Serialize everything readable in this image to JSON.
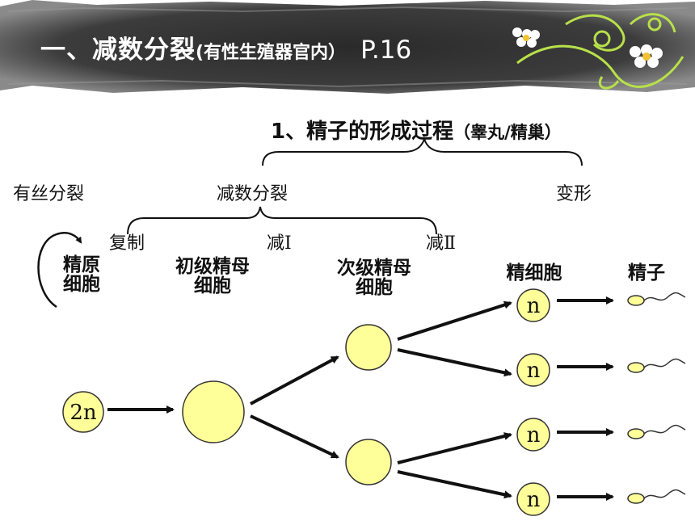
{
  "title": {
    "main": "一、减数分裂",
    "sub": "(有性生殖器官内）",
    "page": "P.16"
  },
  "heading": {
    "main": "1、精子的形成过程",
    "sub": "（睾丸/精巢）"
  },
  "processes": {
    "mitosis": "有丝分裂",
    "meiosis": "减数分裂",
    "deformation": "变形"
  },
  "steps": {
    "replication": "复制",
    "meiosis1": "减Ⅰ",
    "meiosis2": "减Ⅱ"
  },
  "stages": {
    "spermatogonium": [
      "精原",
      "细胞"
    ],
    "primary": [
      "初级精母",
      "细胞"
    ],
    "secondary": [
      "次级精母",
      "细胞"
    ],
    "spermatid": "精细胞",
    "sperm": "精子"
  },
  "cells": {
    "diploid": "2n",
    "haploid": "n"
  },
  "colors": {
    "cell_fill": "#ffff99",
    "banner": "#3a3a3a"
  }
}
